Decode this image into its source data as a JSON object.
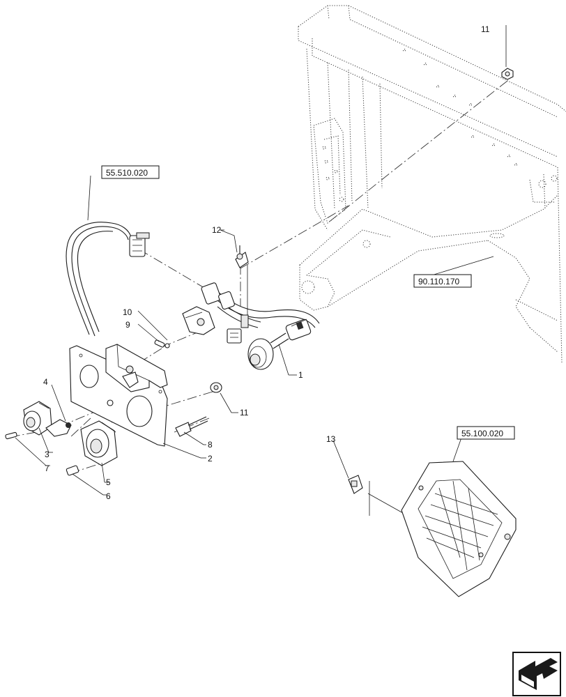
{
  "callouts": {
    "c1": "1",
    "c2": "2",
    "c3": "3",
    "c4": "4",
    "c5": "5",
    "c6": "6",
    "c7": "7",
    "c8": "8",
    "c9": "9",
    "c10": "10",
    "c11a": "11",
    "c11b": "11",
    "c12": "12",
    "c13": "13"
  },
  "references": {
    "harness": "55.510.020",
    "frame": "90.110.170",
    "fusebox": "55.100.020"
  },
  "nav": {
    "icon": "next-page-arrow-icon"
  }
}
